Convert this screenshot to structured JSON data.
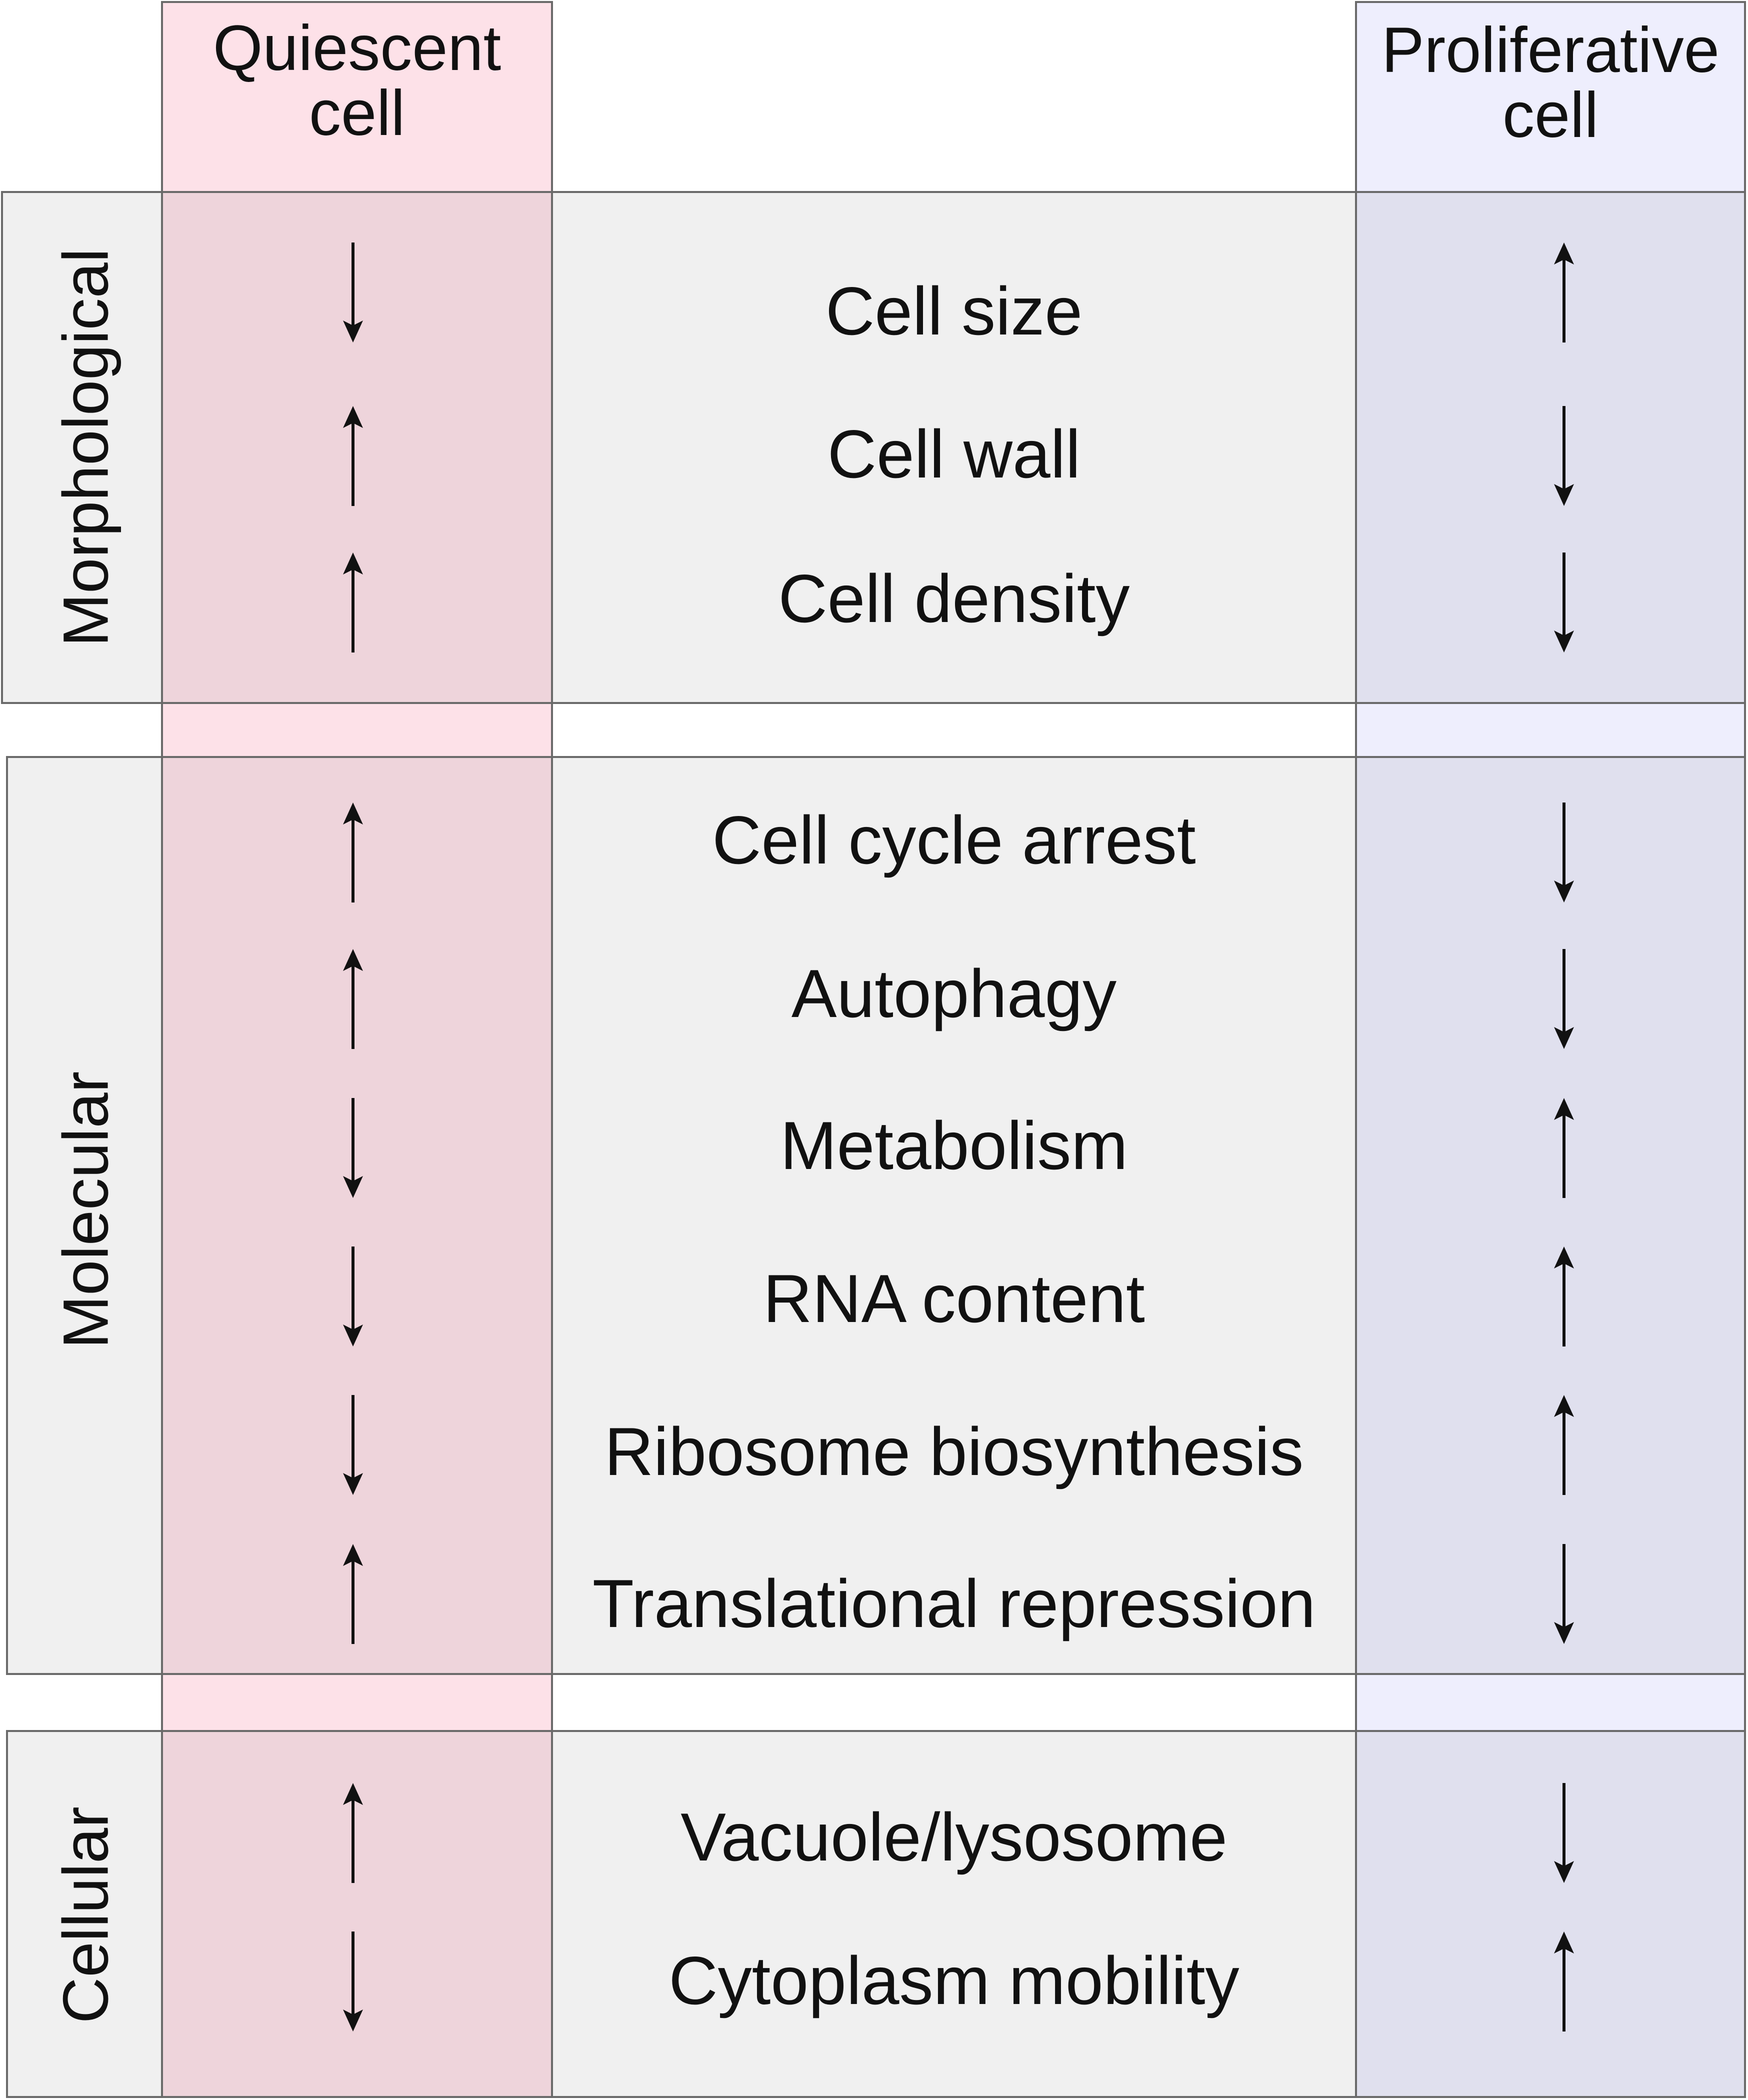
{
  "columns": {
    "quiescent": "Quiescent cell",
    "proliferative": "Proliferative cell"
  },
  "colors": {
    "quiescent_column": "#fde1e8",
    "proliferative_column": "#eeeefd",
    "group_band": "#f1f1f1",
    "border": "#6a6a6a"
  },
  "groups": [
    {
      "label": "Morphological",
      "rows": [
        {
          "feature": "Cell size",
          "quiescent": "down",
          "proliferative": "up"
        },
        {
          "feature": "Cell wall",
          "quiescent": "up",
          "proliferative": "down"
        },
        {
          "feature": "Cell density",
          "quiescent": "up",
          "proliferative": "down"
        }
      ]
    },
    {
      "label": "Molecular",
      "rows": [
        {
          "feature": "Cell cycle arrest",
          "quiescent": "up",
          "proliferative": "down"
        },
        {
          "feature": "Autophagy",
          "quiescent": "up",
          "proliferative": "down"
        },
        {
          "feature": "Metabolism",
          "quiescent": "down",
          "proliferative": "up"
        },
        {
          "feature": "RNA content",
          "quiescent": "down",
          "proliferative": "up"
        },
        {
          "feature": "Ribosome biosynthesis",
          "quiescent": "down",
          "proliferative": "up"
        },
        {
          "feature": "Translational repression",
          "quiescent": "up",
          "proliferative": "down"
        }
      ]
    },
    {
      "label": "Cellular",
      "rows": [
        {
          "feature": "Vacuole/lysosome",
          "quiescent": "up",
          "proliferative": "down"
        },
        {
          "feature": "Cytoplasm mobility",
          "quiescent": "down",
          "proliferative": "up"
        }
      ]
    }
  ]
}
